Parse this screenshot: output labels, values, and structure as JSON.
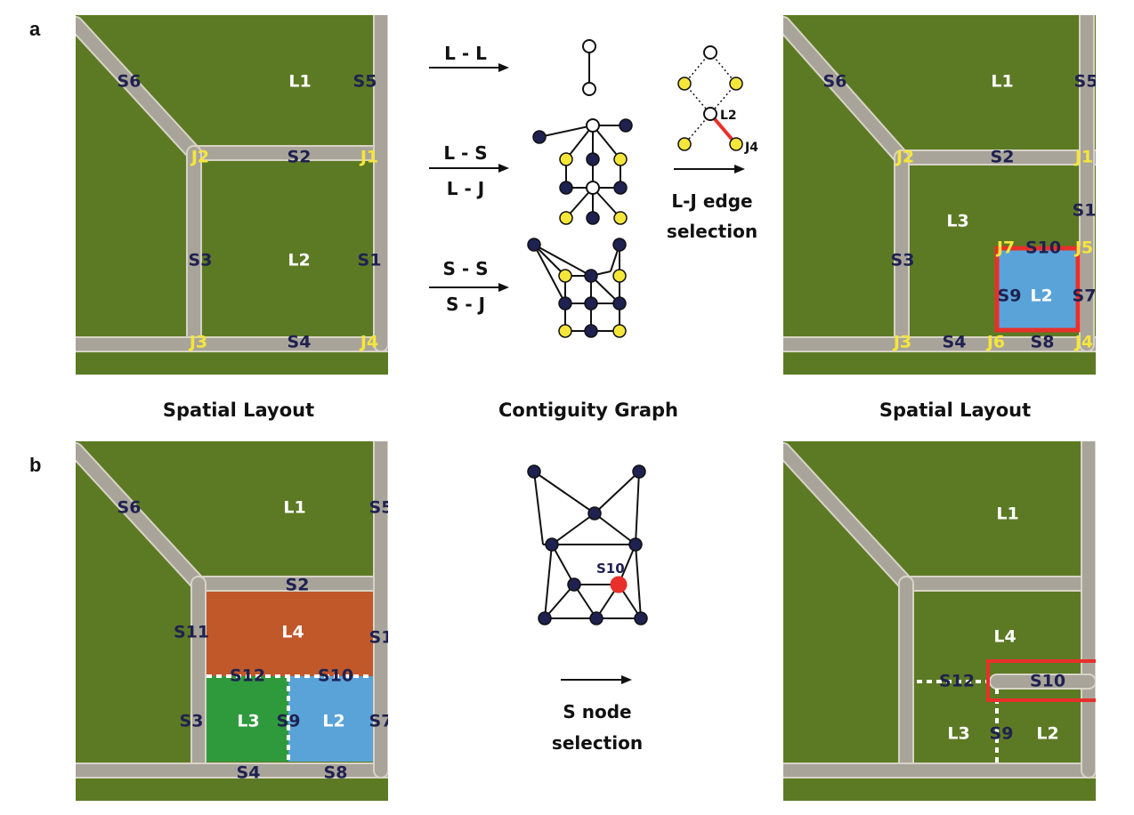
{
  "panels": {
    "a": "a",
    "b": "b"
  },
  "captions": {
    "spatial_left": "Spatial Layout",
    "contiguity": "Contiguity Graph",
    "spatial_right": "Spatial Layout"
  },
  "edge_types": {
    "ll": "L - L",
    "ls": "L - S",
    "lj": "L - J",
    "ss": "S - S",
    "sj": "S - J"
  },
  "selection": {
    "lj_line1": "L-J edge",
    "lj_line2": "selection",
    "s_line1": "S node",
    "s_line2": "selection",
    "mini_l2": "L2",
    "mini_j4": "J4",
    "s10": "S10"
  },
  "map_a_left": {
    "S6": "S6",
    "L1": "L1",
    "S5": "S5",
    "J2": "J2",
    "S2": "S2",
    "J1": "J1",
    "S3": "S3",
    "L2": "L2",
    "S1": "S1",
    "J3": "J3",
    "S4": "S4",
    "J4": "J4"
  },
  "map_a_right": {
    "S6": "S6",
    "L1": "L1",
    "S5": "S5",
    "J2": "J2",
    "S2": "S2",
    "J1": "J1",
    "L3": "L3",
    "S1": "S1",
    "S3": "S3",
    "J7": "J7",
    "S10": "S10",
    "J5": "J5",
    "S9": "S9",
    "L2": "L2",
    "S7": "S7",
    "J3": "J3",
    "S4": "S4",
    "J6": "J6",
    "S8": "S8",
    "J4": "J4"
  },
  "map_b_left": {
    "S6": "S6",
    "L1": "L1",
    "S5": "S5",
    "S2": "S2",
    "S11": "S11",
    "L4": "L4",
    "S1": "S1",
    "S12": "S12",
    "S10": "S10",
    "S3": "S3",
    "L3": "L3",
    "S9": "S9",
    "L2": "L2",
    "S7": "S7",
    "S4": "S4",
    "S8": "S8"
  },
  "map_b_right": {
    "L1": "L1",
    "L4": "L4",
    "S12": "S12",
    "S10": "S10",
    "L3": "L3",
    "S9": "S9",
    "L2": "L2"
  },
  "colors": {
    "grass": "#5c7a24",
    "road": "#a9a49a",
    "node_dark": "#1f2150",
    "node_yellow": "#f5e63a",
    "highlight_red": "#e8302a",
    "l2_blue": "#5aa3d9",
    "l4_orange": "#c0582a",
    "l3_green": "#2f9a3c"
  }
}
